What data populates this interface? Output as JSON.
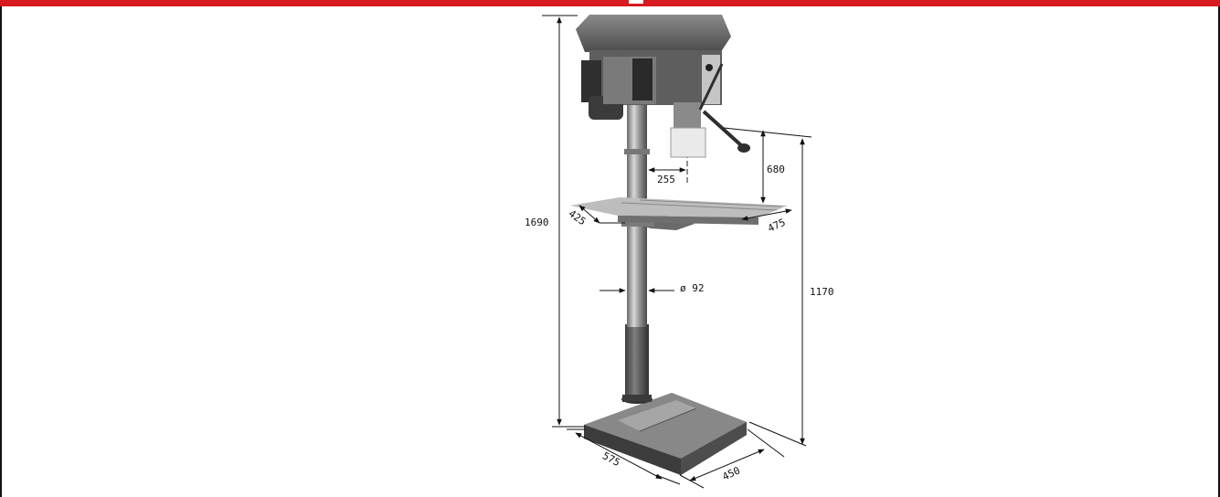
{
  "header": {
    "accent_color": "#d71920"
  },
  "dimensions": {
    "total_height": "1690",
    "height_to_table": "1170",
    "chuck_to_table": "680",
    "throat": "255",
    "table_depth": "425",
    "table_width": "475",
    "column_diameter": "ø 92",
    "base_depth": "575",
    "base_width": "450"
  }
}
